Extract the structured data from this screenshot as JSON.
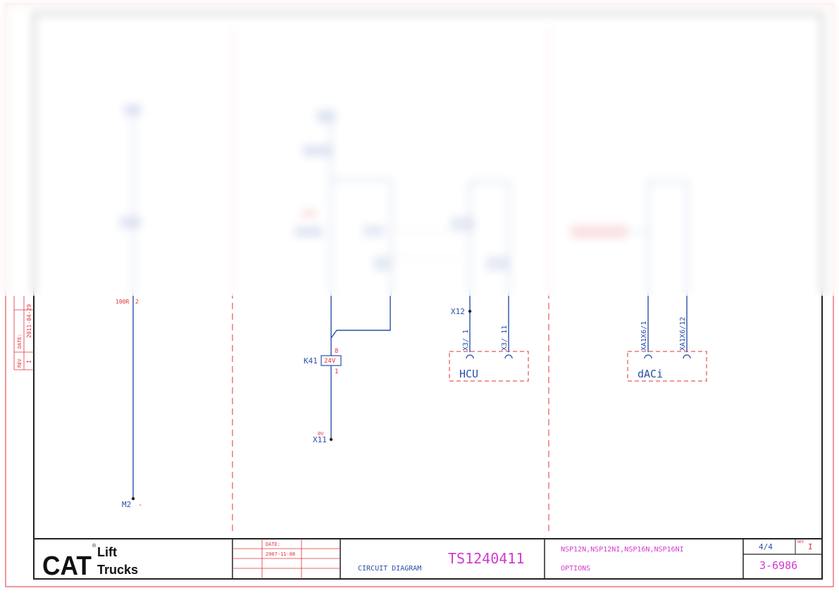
{
  "colors": {
    "border": "#e0303a",
    "wire": "#2a4fa8",
    "label_blue": "#2a4fa8",
    "label_red": "#e0303a",
    "title_magenta": "#d23ad0"
  },
  "revision_strip": {
    "rev_label": "REV",
    "rev_value": "I",
    "date_label": "DATE:",
    "date_value": "2011-04-29"
  },
  "sections": {
    "top": {
      "title_left": "",
      "title_mid": "",
      "subtitle_mid": "",
      "title_right": ""
    },
    "left": {
      "wire_label_top": "100R",
      "wire_label_top_pin": "2",
      "terminal_bottom": "M2",
      "terminal_bottom_suffix": "-"
    },
    "middle": {
      "relay_ref": "K41",
      "relay_rating": "24V",
      "relay_pin_top": "8",
      "relay_pin_bottom": "1",
      "ground_voltage": "0V",
      "ground_terminal": "X11",
      "junction_label": "X12",
      "hcu_pin_a": "X3/ 1",
      "hcu_pin_b": "X3/ 11",
      "hcu_name": "HCU"
    },
    "right": {
      "dac_pin_a": "XA1X6/1",
      "dac_pin_b": "XA1X6/12",
      "dac_name": "dACi"
    }
  },
  "title_block": {
    "logo_mark": "CAT",
    "logo_reg": "®",
    "logo_line1": "Lift",
    "logo_line2": "Trucks",
    "date_label": "DATE:",
    "date_value": "2007-11-08",
    "doc_type": "CIRCUIT DIAGRAM",
    "doc_number": "TS1240411",
    "models": "NSP12N,NSP12NI,NSP16N,NSP16NI",
    "section": "OPTIONS",
    "page": "4/4",
    "rev_label": "REV",
    "rev_value": "I",
    "drawing_number": "3-6986"
  }
}
